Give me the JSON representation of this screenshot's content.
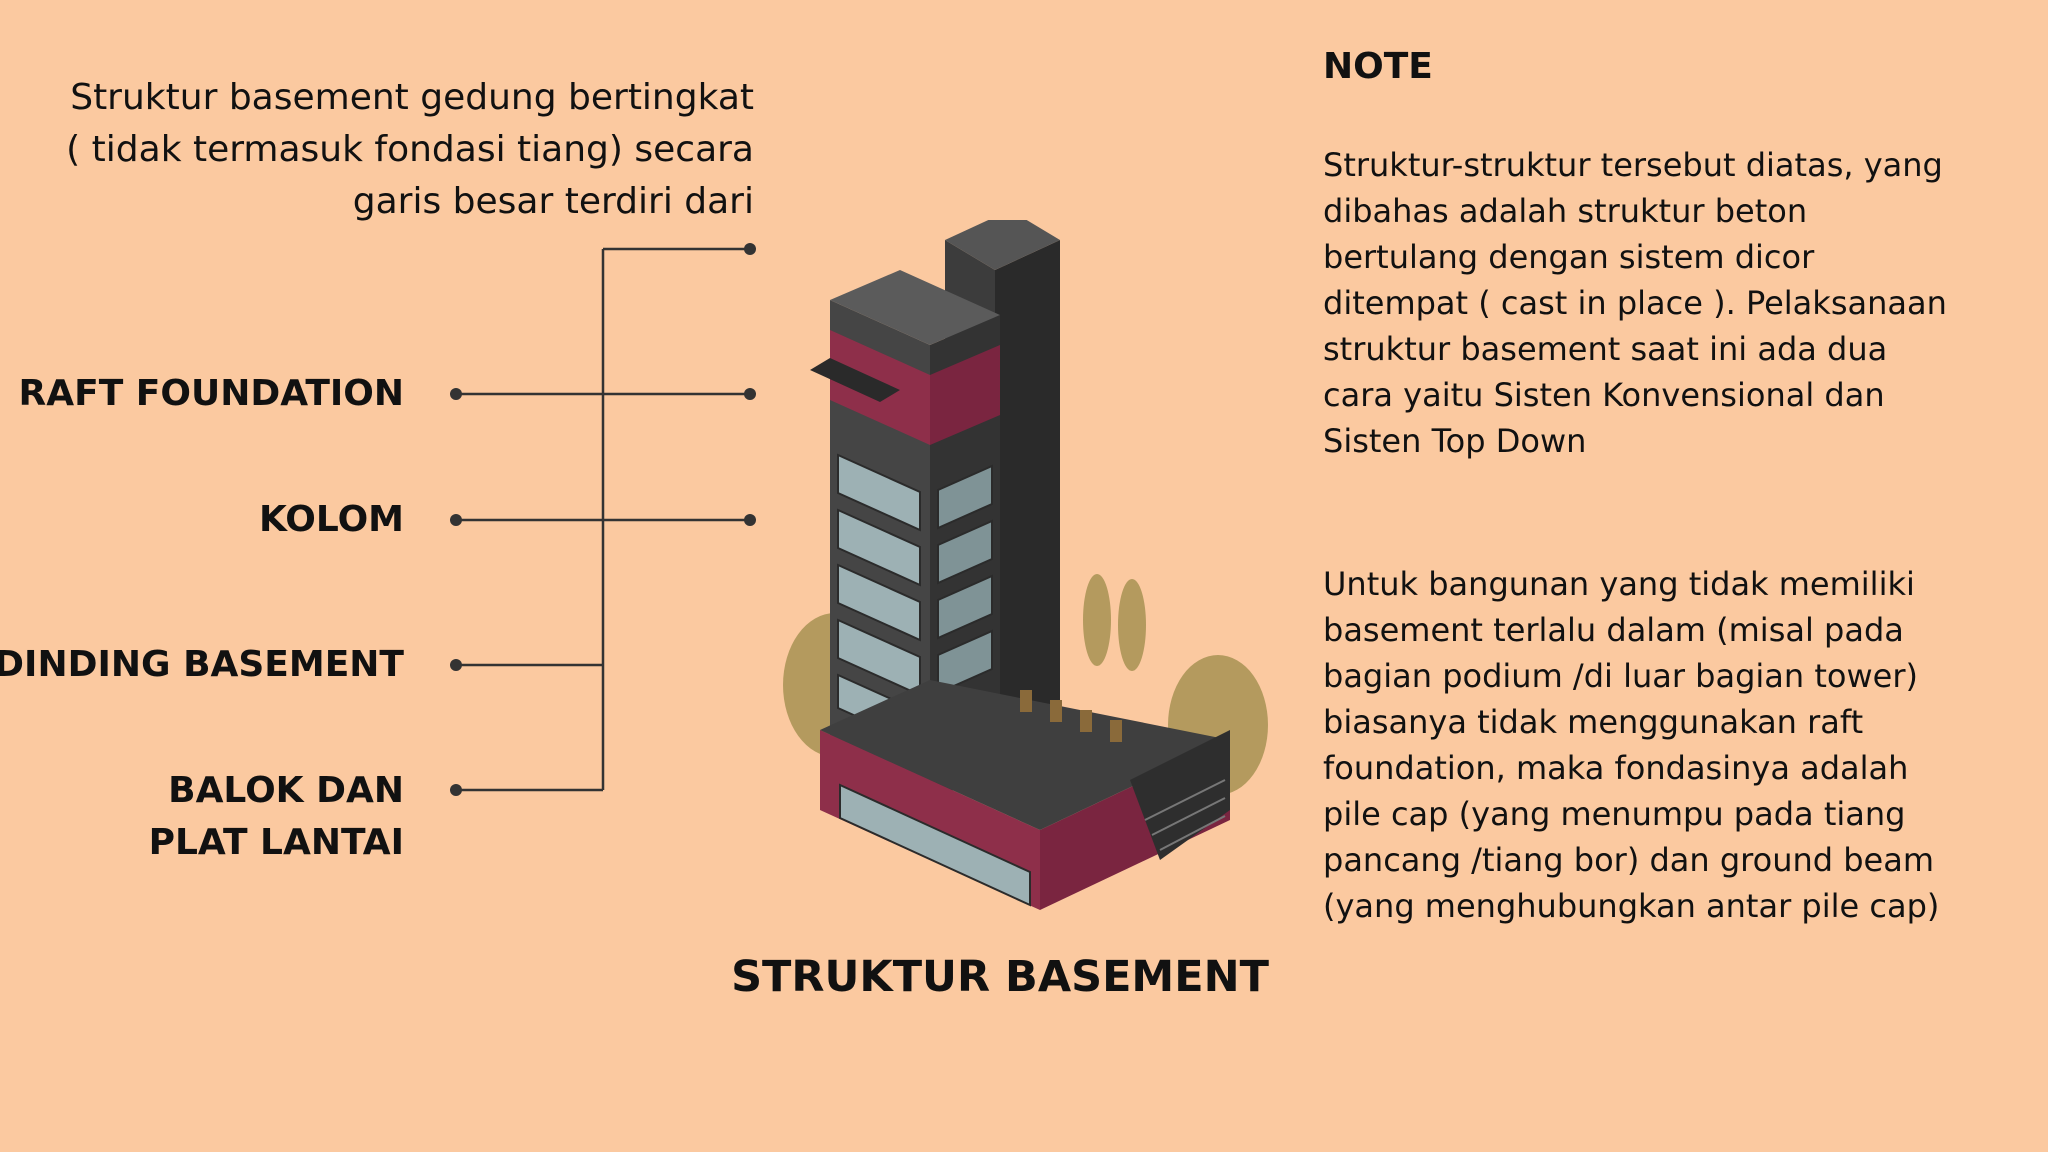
{
  "intro_text": "Struktur basement gedung bertingkat ( tidak termasuk fondasi tiang) secara garis besar terdiri dari",
  "labels": {
    "raft": "RAFT FOUNDATION",
    "kolom": "KOLOM",
    "dinding": "DINDING BASEMENT",
    "balok_line1": "BALOK DAN",
    "balok_line2": "PLAT LANTAI"
  },
  "caption": "STRUKTUR BASEMENT",
  "note": {
    "title": "NOTE",
    "paragraph1": "Struktur-struktur tersebut diatas, yang dibahas adalah struktur beton bertulang dengan sistem dicor ditempat ( cast in place ). Pelaksanaan struktur basement saat ini ada dua cara yaitu Sisten Konvensional dan Sisten Top Down",
    "paragraph2": "Untuk bangunan yang tidak memiliki basement terlalu dalam (misal pada bagian podium /di luar bagian tower) biasanya tidak menggunakan raft foundation, maka fondasinya adalah pile cap (yang menumpu pada tiang pancang /tiang bor) dan ground beam (yang menghubungkan antar pile cap)"
  },
  "colors": {
    "background": "#FBC9A0",
    "building_red": "#8E2F4A",
    "building_dark": "#3A3A3A",
    "tree": "#B49A5E"
  }
}
